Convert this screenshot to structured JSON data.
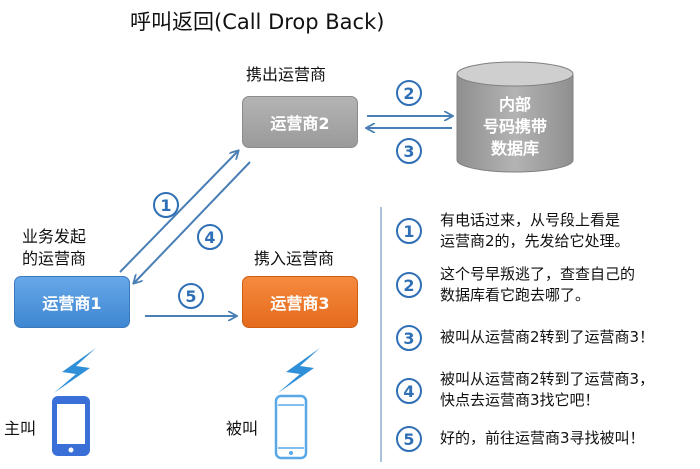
{
  "title": "呼叫返回(Call Drop Back)",
  "diagram": {
    "out_carrier_caption": "携出运营商",
    "carrier2_label": "运营商2",
    "database_lines": [
      "内部",
      "号码携带",
      "数据库"
    ],
    "origin_caption": [
      "业务发起",
      "的运营商"
    ],
    "carrier1_label": "运营商1",
    "in_carrier_caption": "携入运营商",
    "carrier3_label": "运营商3",
    "caller_label": "主叫",
    "callee_label": "被叫",
    "steps": [
      "1",
      "2",
      "3",
      "4",
      "5"
    ]
  },
  "legend": [
    {
      "num": "1",
      "lines": [
        "有电话过来，从号段上看是",
        "运营商2的，先发给它处理。"
      ]
    },
    {
      "num": "2",
      "lines": [
        "这个号早叛逃了，查查自己的",
        "数据库看它跑去哪了。"
      ]
    },
    {
      "num": "3",
      "lines": [
        "被叫从运营商2转到了运营商3！"
      ]
    },
    {
      "num": "4",
      "lines": [
        "被叫从运营商2转到了运营商3，",
        "快点去运营商3找它吧！"
      ]
    },
    {
      "num": "5",
      "lines": [
        "好的，前往运营商3寻找被叫！"
      ]
    }
  ],
  "colors": {
    "arrow": "#4a7fb5",
    "carrier1": "#4a90d9",
    "carrier2": "#a6a6a6",
    "carrier3": "#ed7d31",
    "lightning": "#2f8fd8",
    "phone_caller": "#3a6fd8",
    "phone_callee": "#58a8e8"
  }
}
